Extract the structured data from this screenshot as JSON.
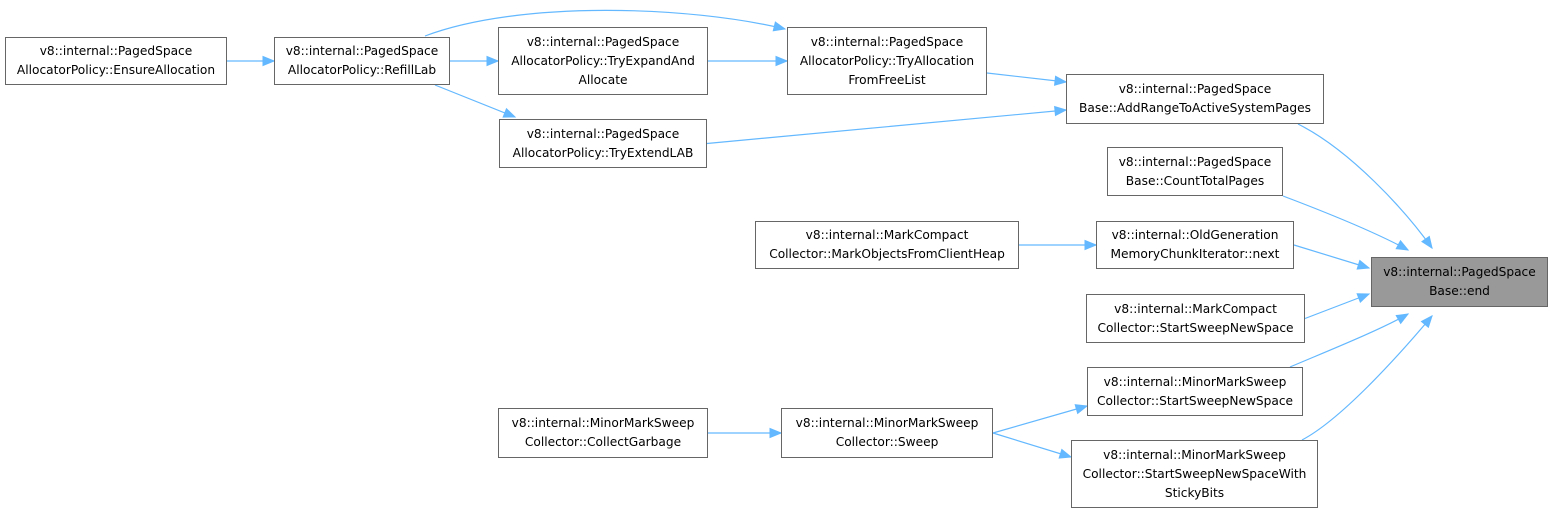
{
  "colors": {
    "edge": "#63b8ff",
    "node_border": "#666666",
    "current_fill": "#999999"
  },
  "nodes": {
    "ensure_alloc": {
      "lines": [
        "v8::internal::PagedSpace",
        "AllocatorPolicy::EnsureAllocation"
      ]
    },
    "refill_lab": {
      "lines": [
        "v8::internal::PagedSpace",
        "AllocatorPolicy::RefillLab"
      ]
    },
    "try_expand": {
      "lines": [
        "v8::internal::PagedSpace",
        "AllocatorPolicy::TryExpandAnd",
        "Allocate"
      ]
    },
    "try_alloc_freelist": {
      "lines": [
        "v8::internal::PagedSpace",
        "AllocatorPolicy::TryAllocation",
        "FromFreeList"
      ]
    },
    "try_extend_lab": {
      "lines": [
        "v8::internal::PagedSpace",
        "AllocatorPolicy::TryExtendLAB"
      ]
    },
    "add_range": {
      "lines": [
        "v8::internal::PagedSpace",
        "Base::AddRangeToActiveSystemPages"
      ]
    },
    "count_pages": {
      "lines": [
        "v8::internal::PagedSpace",
        "Base::CountTotalPages"
      ]
    },
    "mark_client_heap": {
      "lines": [
        "v8::internal::MarkCompact",
        "Collector::MarkObjectsFromClientHeap"
      ]
    },
    "oldgen_next": {
      "lines": [
        "v8::internal::OldGeneration",
        "MemoryChunkIterator::next"
      ]
    },
    "mc_sweep_new": {
      "lines": [
        "v8::internal::MarkCompact",
        "Collector::StartSweepNewSpace"
      ]
    },
    "mms_sweep_new": {
      "lines": [
        "v8::internal::MinorMarkSweep",
        "Collector::StartSweepNewSpace"
      ]
    },
    "mms_collect": {
      "lines": [
        "v8::internal::MinorMarkSweep",
        "Collector::CollectGarbage"
      ]
    },
    "mms_sweep": {
      "lines": [
        "v8::internal::MinorMarkSweep",
        "Collector::Sweep"
      ]
    },
    "mms_sweep_sticky": {
      "lines": [
        "v8::internal::MinorMarkSweep",
        "Collector::StartSweepNewSpaceWith",
        "StickyBits"
      ]
    },
    "end": {
      "lines": [
        "v8::internal::PagedSpace",
        "Base::end"
      ],
      "current": true
    }
  },
  "edges": [
    [
      "ensure_alloc",
      "refill_lab"
    ],
    [
      "refill_lab",
      "try_expand"
    ],
    [
      "refill_lab",
      "try_alloc_freelist"
    ],
    [
      "refill_lab",
      "try_extend_lab"
    ],
    [
      "try_expand",
      "try_alloc_freelist"
    ],
    [
      "try_alloc_freelist",
      "add_range"
    ],
    [
      "try_extend_lab",
      "add_range"
    ],
    [
      "add_range",
      "end"
    ],
    [
      "count_pages",
      "end"
    ],
    [
      "mark_client_heap",
      "oldgen_next"
    ],
    [
      "oldgen_next",
      "end"
    ],
    [
      "mc_sweep_new",
      "end"
    ],
    [
      "mms_sweep_new",
      "end"
    ],
    [
      "mms_sweep_sticky",
      "end"
    ],
    [
      "mms_collect",
      "mms_sweep"
    ],
    [
      "mms_sweep",
      "mms_sweep_new"
    ],
    [
      "mms_sweep",
      "mms_sweep_sticky"
    ]
  ]
}
